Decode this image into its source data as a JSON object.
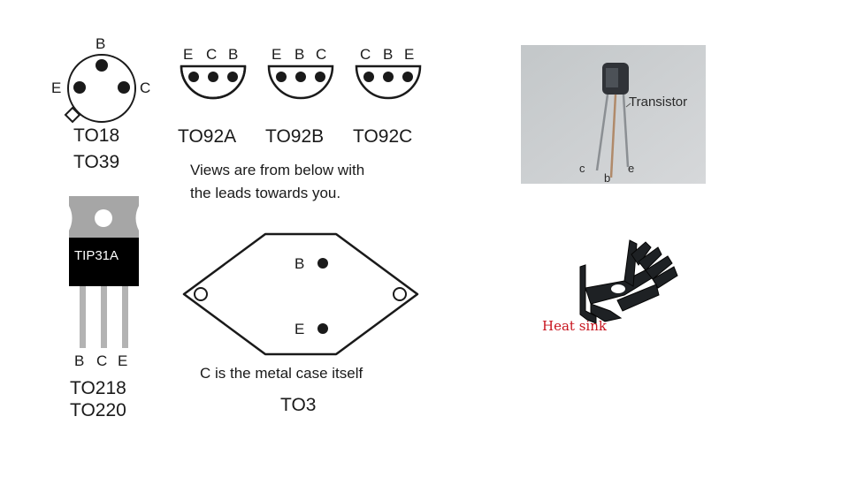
{
  "to18": {
    "pins": {
      "b": "B",
      "e": "E",
      "c": "C"
    },
    "name1": "TO18",
    "name2": "TO39"
  },
  "to92a": {
    "pins": [
      "E",
      "C",
      "B"
    ],
    "name": "TO92A"
  },
  "to92b": {
    "pins": [
      "E",
      "B",
      "C"
    ],
    "name": "TO92B"
  },
  "to92c": {
    "pins": [
      "C",
      "B",
      "E"
    ],
    "name": "TO92C"
  },
  "note": {
    "line1": "Views are from below with",
    "line2": "the leads towards you."
  },
  "to220": {
    "part_marking": "TIP31A",
    "pins": [
      "B",
      "C",
      "E"
    ],
    "name1": "TO218",
    "name2": "TO220"
  },
  "to3": {
    "pin_b": "B",
    "pin_e": "E",
    "case_note": "C is the metal case itself",
    "name": "TO3"
  },
  "transistor_photo": {
    "caption": "Transistor",
    "leads": [
      "c",
      "b",
      "e"
    ]
  },
  "heat_sink": {
    "caption": "Heat sink",
    "caption_color": "#c8141e"
  },
  "colors": {
    "ink": "#1a1a1a",
    "photo_bg": "#cdd0d2",
    "tab_gray": "#a6a6a6"
  }
}
